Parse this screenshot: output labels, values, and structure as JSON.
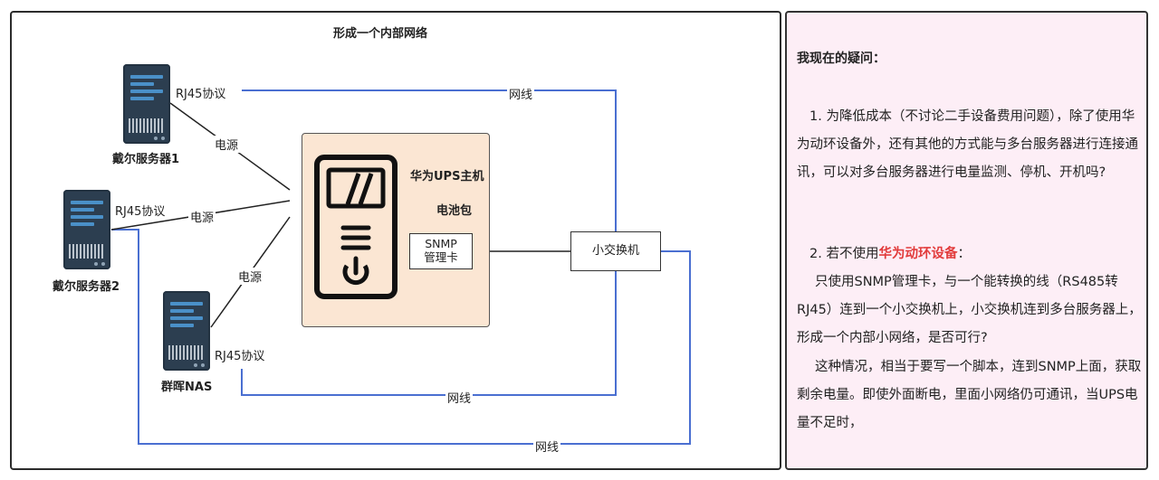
{
  "diagram": {
    "title": "形成一个内部网络",
    "nodes": {
      "server1_label": "戴尔服务器1",
      "server2_label": "戴尔服务器2",
      "nas_label": "群晖NAS",
      "ups_label": "华为UPS主机",
      "battery_label": "电池包",
      "snmp_label_line1": "SNMP",
      "snmp_label_line2": "管理卡",
      "switch_label": "小交换机"
    },
    "edge_labels": {
      "rj45_1": "RJ45协议",
      "rj45_2": "RJ45协议",
      "rj45_3": "RJ45协议",
      "power_1": "电源",
      "power_2": "电源",
      "power_3": "电源",
      "net_1": "网线",
      "net_2": "网线",
      "net_3": "网线"
    },
    "colors": {
      "network_line": "#4a6fd1",
      "power_line": "#222222",
      "ups_fill": "#fbe6d3",
      "server_body": "#2c3e50",
      "server_accent": "#4a90c8"
    }
  },
  "notes": {
    "title": "我现在的疑问：",
    "q1": "1. 为降低成本（不讨论二手设备费用问题），除了使用华为动环设备外，还有其他的方式能与多台服务器进行连接通讯，可以对多台服务器进行电量监测、停机、开机吗?",
    "q2_prefix": "2. 若不使用",
    "q2_highlight": "华为动环设备",
    "q2_suffix": "：",
    "q2_body1": "只使用SNMP管理卡，与一个能转换的线（RS485转RJ45）连到一个小交换机上，小交换机连到多台服务器上，形成一个内部小网络，是否可行?",
    "q2_body2": "这种情况，相当于要写一个脚本，连到SNMP上面，获取剩余电量。即使外面断电，里面小网络仍可通讯，当UPS电量不足时，",
    "highlight_color": "#e23c3c",
    "panel_color": "#fdeef6"
  }
}
